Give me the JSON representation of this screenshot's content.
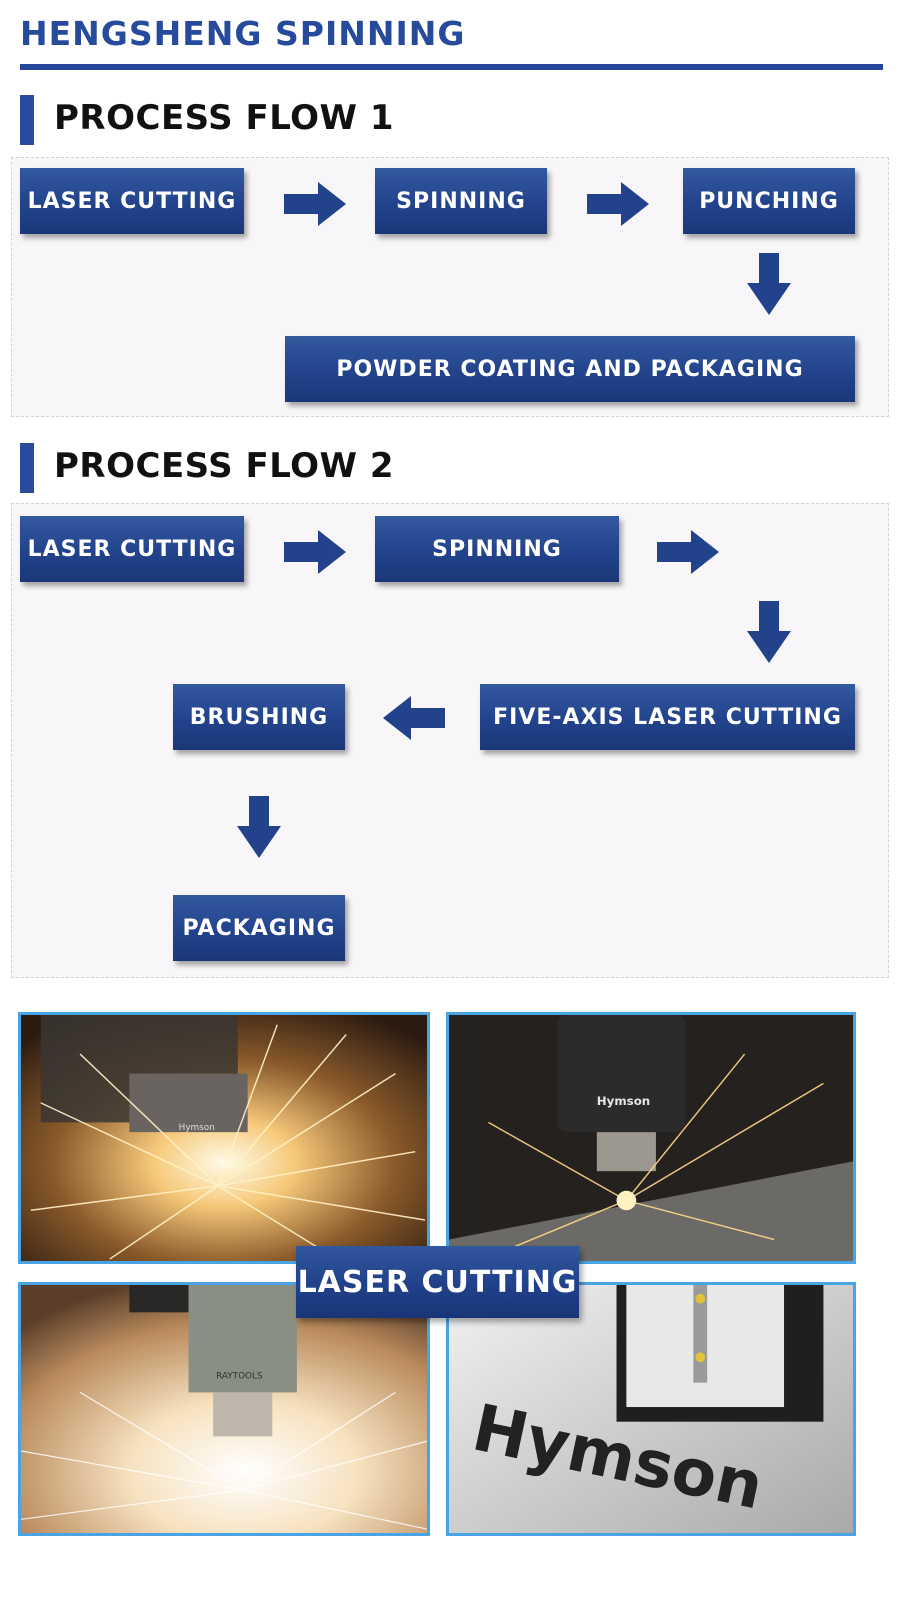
{
  "header": {
    "brand": "HENGSHENG SPINNING"
  },
  "flow1": {
    "title": "PROCESS FLOW 1",
    "steps": [
      "LASER CUTTING",
      "SPINNING",
      "PUNCHING",
      "POWDER COATING AND PACKAGING"
    ]
  },
  "flow2": {
    "title": "PROCESS FLOW 2",
    "steps": [
      "LASER CUTTING",
      "SPINNING",
      "FIVE-AXIS LASER CUTTING",
      "BRUSHING",
      "PACKAGING"
    ]
  },
  "gallery": {
    "caption": "LASER CUTTING",
    "machine_brands": [
      "Hymson",
      "Hymson",
      "RAYTOOLS",
      "Hymson"
    ]
  },
  "colors": {
    "brand_blue": "#264a9c",
    "box_blue": "#22438c",
    "photo_border": "#4aa3e4"
  },
  "icons": [
    "arrow-right-icon",
    "arrow-down-icon",
    "arrow-left-icon"
  ]
}
